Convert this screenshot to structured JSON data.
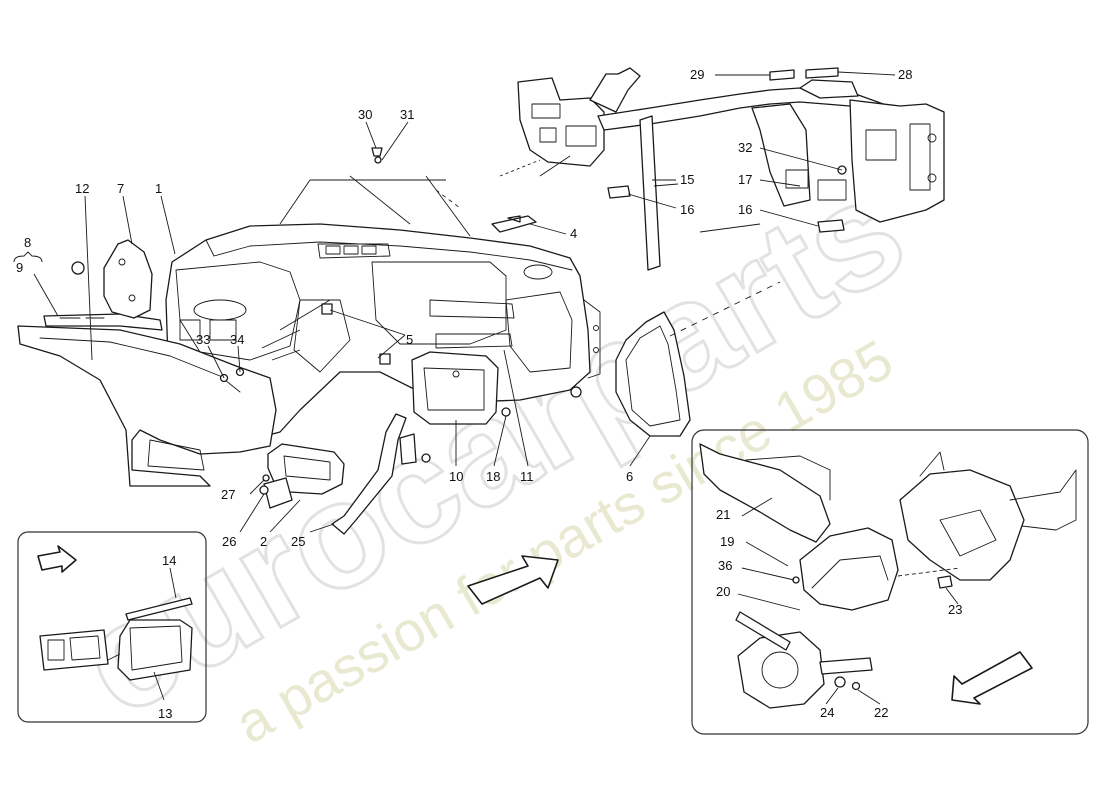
{
  "watermark": {
    "logo": "eurocarparts",
    "tagline": "a passion for parts since 1985",
    "colors": {
      "logo": "#e2e2e2",
      "tagline": "#e9e9d2"
    }
  },
  "callouts": {
    "c1": "1",
    "c2": "2",
    "c4": "4",
    "c5": "5",
    "c6": "6",
    "c7": "7",
    "c8": "8",
    "c9": "9",
    "c10": "10",
    "c11": "11",
    "c12": "12",
    "c13": "13",
    "c14": "14",
    "c15": "15",
    "c16a": "16",
    "c16b": "16",
    "c17": "17",
    "c18": "18",
    "c19": "19",
    "c20": "20",
    "c21": "21",
    "c22": "22",
    "c23": "23",
    "c24": "24",
    "c25": "25",
    "c26": "26",
    "c27": "27",
    "c28": "28",
    "c29": "29",
    "c30": "30",
    "c31": "31",
    "c32": "32",
    "c33": "33",
    "c34": "34",
    "c36": "36"
  },
  "colors": {
    "line": "#1a1a1a",
    "background": "#ffffff",
    "inset_border": "#333333"
  }
}
